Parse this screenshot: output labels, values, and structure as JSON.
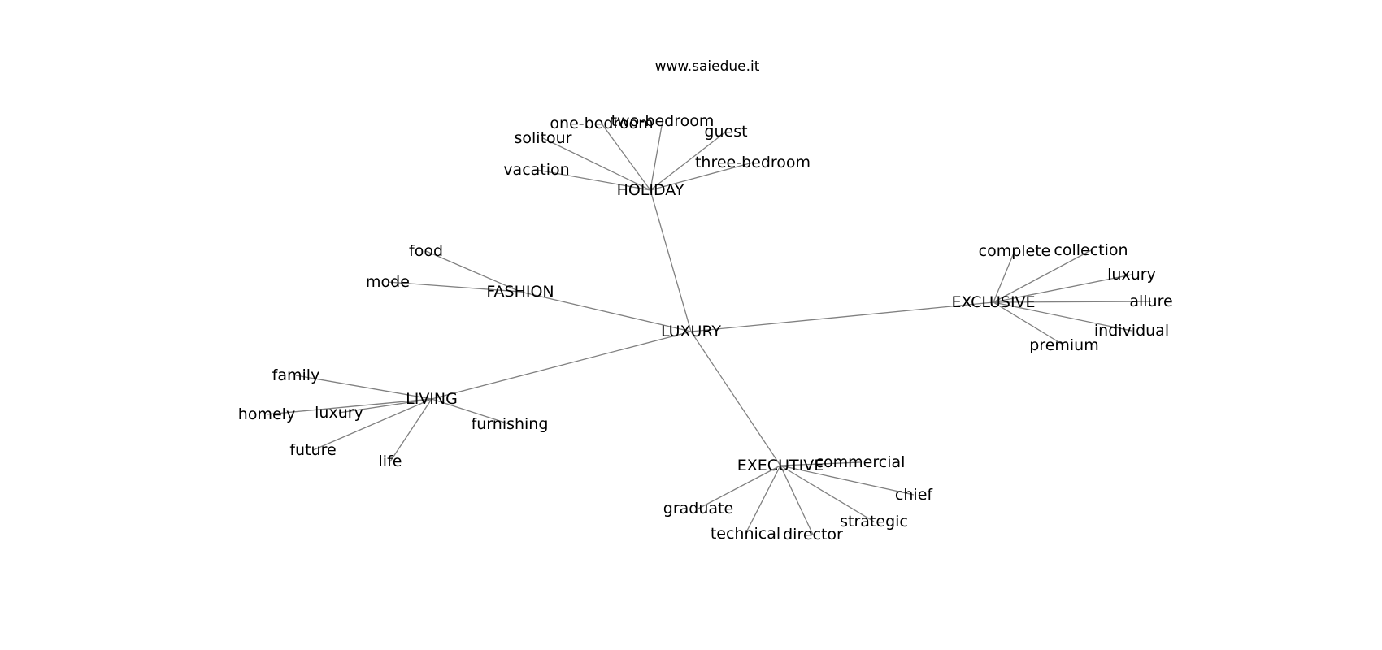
{
  "title": "www.saiedue.it",
  "graph": {
    "root": "LUXURY",
    "hubs": [
      {
        "label": "HOLIDAY",
        "leaves": [
          "vacation",
          "solitour",
          "one-bedroom",
          "two-bedroom",
          "guest",
          "three-bedroom"
        ]
      },
      {
        "label": "FASHION",
        "leaves": [
          "food",
          "mode"
        ]
      },
      {
        "label": "EXCLUSIVE",
        "leaves": [
          "complete",
          "collection",
          "luxury",
          "allure",
          "individual",
          "premium"
        ]
      },
      {
        "label": "LIVING",
        "leaves": [
          "family",
          "homely",
          "luxury",
          "future",
          "life",
          "furnishing"
        ]
      },
      {
        "label": "EXECUTIVE",
        "leaves": [
          "commercial",
          "chief",
          "strategic",
          "director",
          "technical",
          "graduate"
        ]
      }
    ]
  }
}
